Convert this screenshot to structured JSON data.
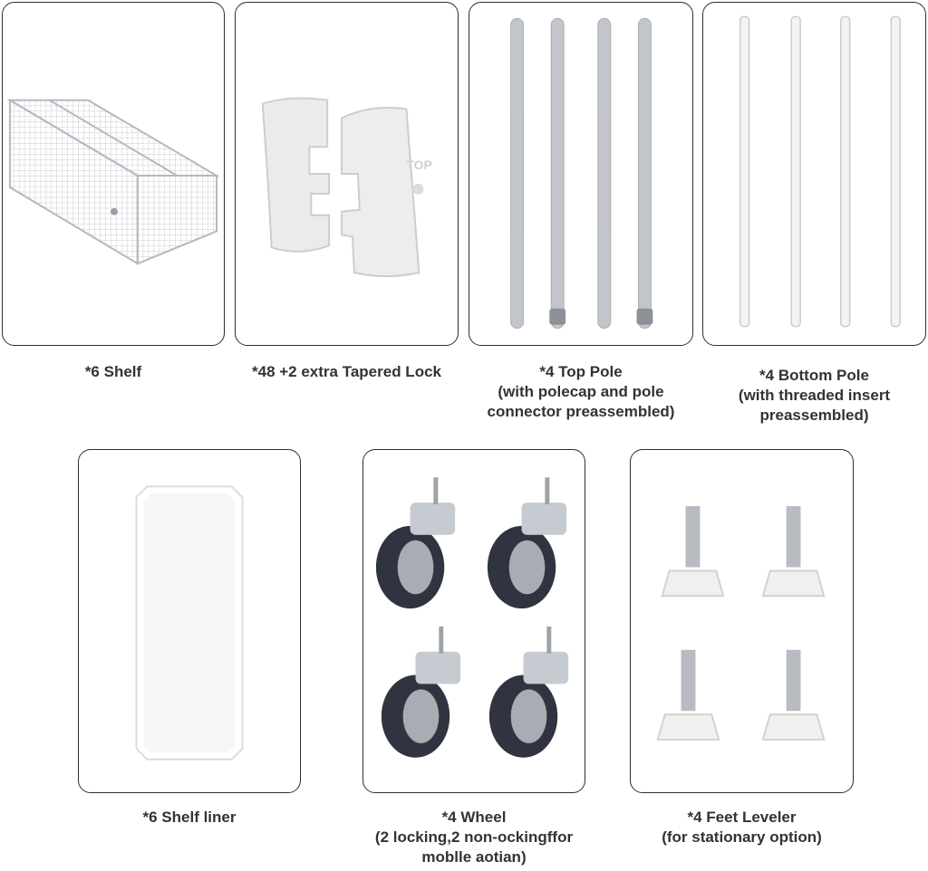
{
  "items": [
    {
      "key": "shelf",
      "lines": [
        "*6 Shelf"
      ]
    },
    {
      "key": "tapered-lock",
      "lines": [
        "*48 +2 extra Tapered Lock"
      ],
      "embossed_text": "TOP"
    },
    {
      "key": "top-pole",
      "lines": [
        "*4 Top Pole",
        "(with polecap and pole",
        "connector preassembled)"
      ]
    },
    {
      "key": "bottom-pole",
      "lines": [
        "*4 Bottom Pole",
        "(with threaded insert",
        "preassembled)"
      ]
    },
    {
      "key": "shelf-liner",
      "lines": [
        "*6 Shelf liner"
      ]
    },
    {
      "key": "wheel",
      "lines": [
        "*4 Wheel",
        "(2 locking,2 non-ockingffor",
        "moblle aotian)"
      ]
    },
    {
      "key": "feet-leveler",
      "lines": [
        "*4 Feet Leveler",
        "(for stationary option)"
      ]
    }
  ],
  "colors": {
    "border": "#2e2e2e",
    "text": "#333333",
    "metal": "#b8bcc2",
    "wheel": "#2f3440",
    "plastic": "#f0f0ee"
  }
}
